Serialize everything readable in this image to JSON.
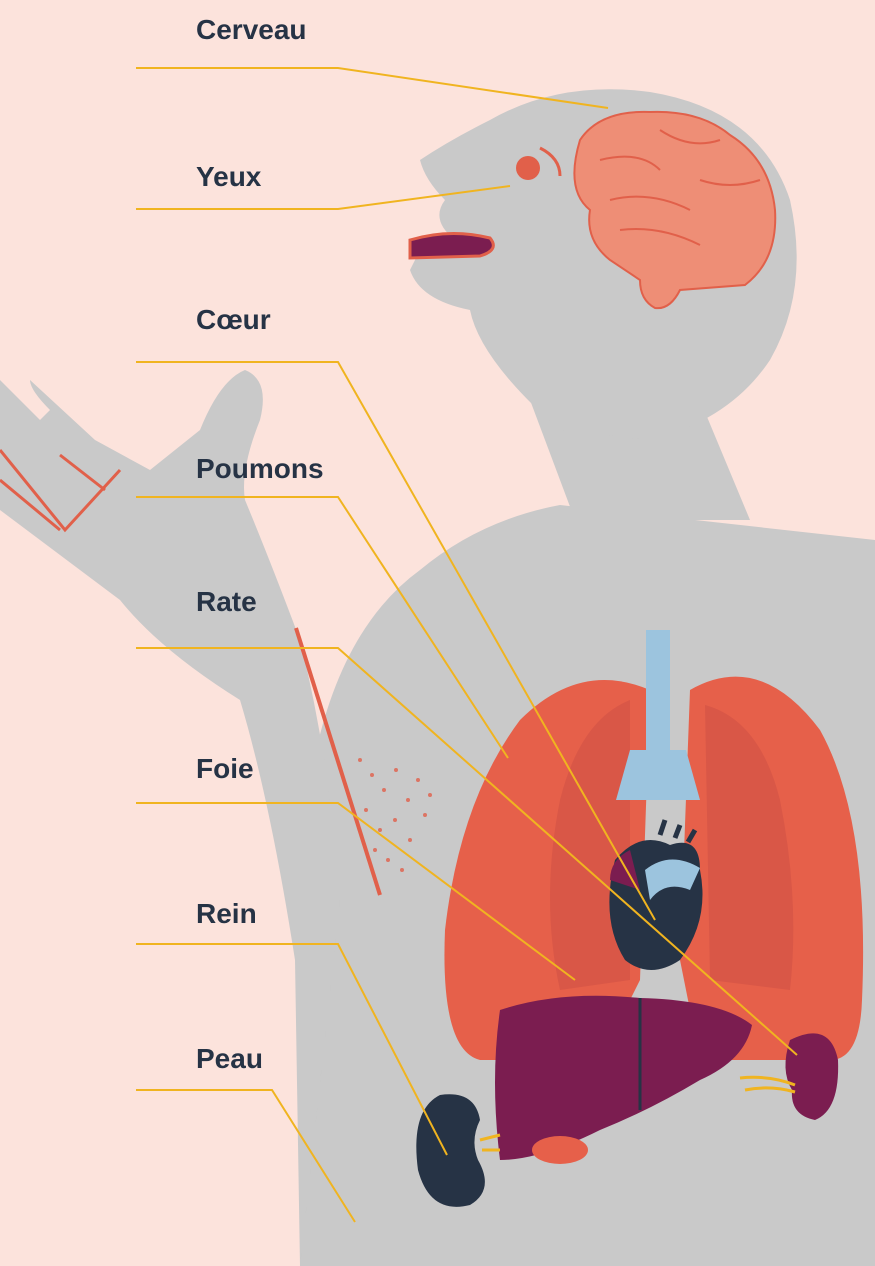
{
  "labels": {
    "brain": "Cerveau",
    "eyes": "Yeux",
    "heart": "Cœur",
    "lungs": "Poumons",
    "spleen": "Rate",
    "liver": "Foie",
    "kidney": "Rein",
    "skin": "Peau"
  },
  "colors": {
    "background": "#fce3dc",
    "body": "#c9c9c9",
    "brain": "#ee8e76",
    "brain_outline": "#e1604a",
    "lungs": "#e6604a",
    "lungs_inner": "#d95747",
    "organ_purple": "#7b1d50",
    "heart_dark": "#263345",
    "trachea": "#9cc4de",
    "leader_line": "#f0b420",
    "label_text": "#263345"
  },
  "icons": [
    "brain-icon",
    "eye-icon",
    "mouth-icon",
    "heart-icon",
    "lungs-icon",
    "liver-icon",
    "kidney-icon",
    "spleen-icon",
    "hand-icon"
  ]
}
